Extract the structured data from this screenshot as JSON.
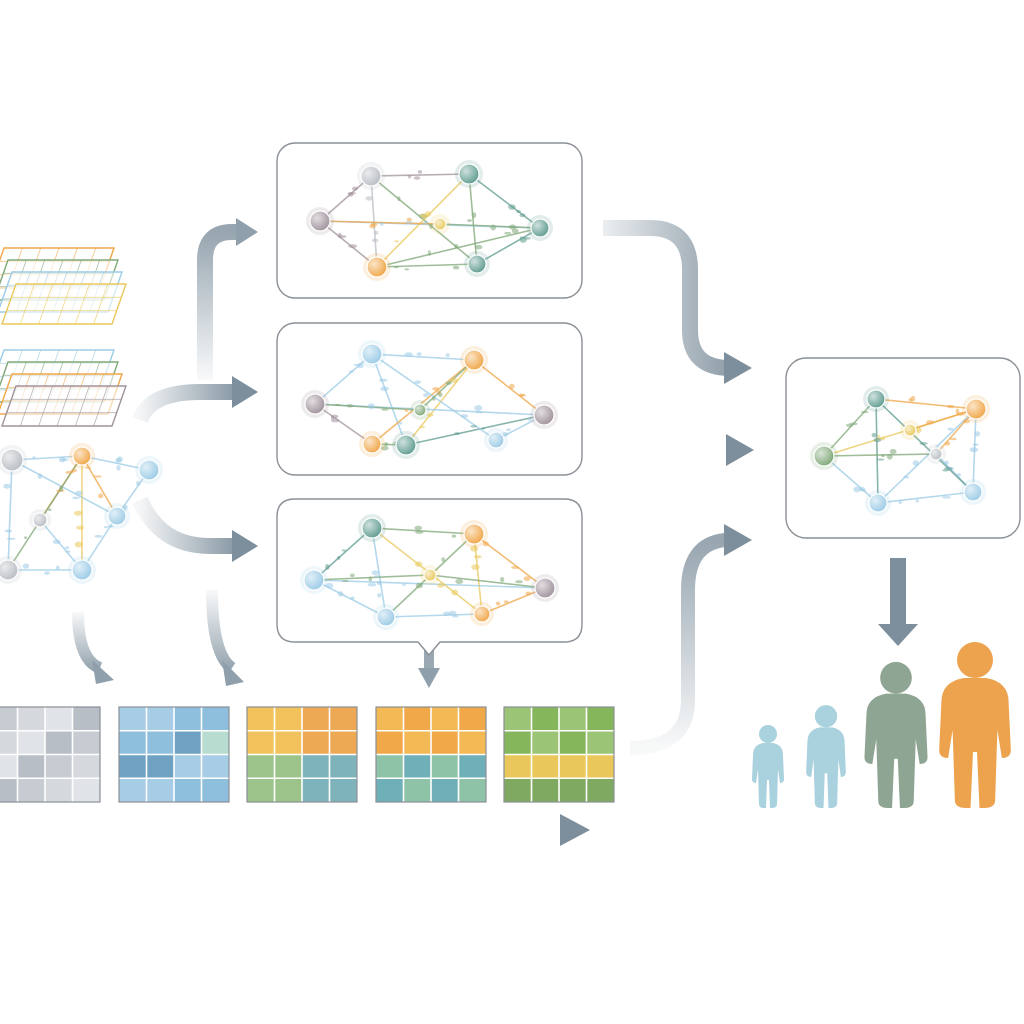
{
  "palette": {
    "teal": "#5f9c90",
    "lightblue": "#9ccbe6",
    "orange": "#f0a648",
    "mauve": "#a0929c",
    "gray": "#b9bec4",
    "green": "#7fa878",
    "yellow": "#e9c85a",
    "arrow": "#7d8f9c",
    "panel_border": "#8a9096"
  },
  "matrix_palettes": [
    [
      "#c6ccd2",
      "#d5d9de",
      "#e0e3e7",
      "#b7bec6"
    ],
    [
      "#a7cde6",
      "#8ebfdc",
      "#6fa2c2",
      "#b8dccf"
    ],
    [
      "#f2c35c",
      "#eea955",
      "#9cc48a",
      "#7fb3bc"
    ],
    [
      "#f2b955",
      "#f0a848",
      "#8fc3a8",
      "#6fb0b8"
    ],
    [
      "#9cc476",
      "#86b65c",
      "#e9c75a",
      "#7fa860"
    ]
  ],
  "people": [
    {
      "height": 0.5,
      "color": "#a9d1de"
    },
    {
      "height": 0.62,
      "color": "#a9d1de"
    },
    {
      "height": 0.88,
      "color": "#8fa593"
    },
    {
      "height": 1.0,
      "color": "#eda34e"
    }
  ]
}
